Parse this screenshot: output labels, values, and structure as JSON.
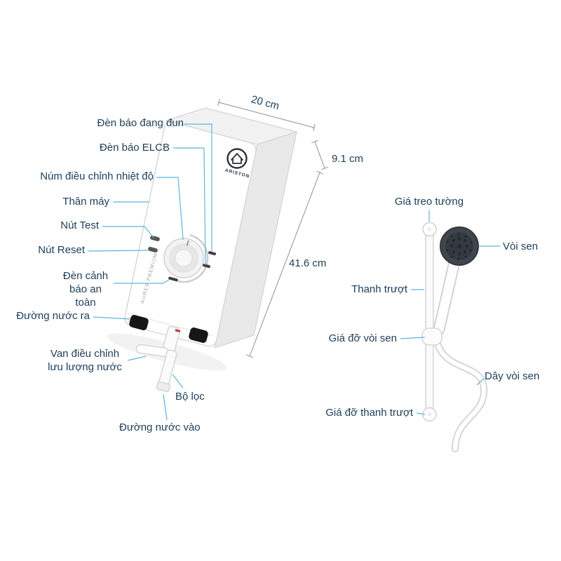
{
  "product": {
    "brand": "ARISTON",
    "model": "AURES PREMIUM"
  },
  "dimensions": {
    "width": "20 cm",
    "depth": "9.1 cm",
    "height": "41.6 cm"
  },
  "labels": {
    "heater": [
      {
        "id": "heating-indicator",
        "text": "Đèn báo đang đun"
      },
      {
        "id": "elcb-indicator",
        "text": "Đèn báo ELCB"
      },
      {
        "id": "temperature-knob",
        "text": "Núm điều chỉnh nhiệt độ"
      },
      {
        "id": "body",
        "text": "Thân máy"
      },
      {
        "id": "test-button",
        "text": "Nút Test"
      },
      {
        "id": "reset-button",
        "text": "Nút Reset"
      },
      {
        "id": "safety-warning-light",
        "text": "Đèn cảnh báo an toàn"
      },
      {
        "id": "water-outlet",
        "text": "Đường nước ra"
      },
      {
        "id": "flow-valve",
        "text": "Van điều chỉnh lưu lượng nước"
      },
      {
        "id": "filter",
        "text": "Bộ lọc"
      },
      {
        "id": "water-inlet",
        "text": "Đường nước vào"
      }
    ],
    "shower": [
      {
        "id": "wall-mount",
        "text": "Giá treo tường"
      },
      {
        "id": "shower-head",
        "text": "Vòi sen"
      },
      {
        "id": "slide-bar",
        "text": "Thanh trượt"
      },
      {
        "id": "head-holder",
        "text": "Giá đỡ vòi sen"
      },
      {
        "id": "shower-hose",
        "text": "Dây vòi sen"
      },
      {
        "id": "bar-holder",
        "text": "Giá đỡ thanh trượt"
      }
    ]
  },
  "colors": {
    "label_text": "#1c3d5a",
    "leader_line": "#58b7dc",
    "dimension_line": "#8f8f8f",
    "shower_head_face": "#40464d",
    "background": "#ffffff"
  }
}
